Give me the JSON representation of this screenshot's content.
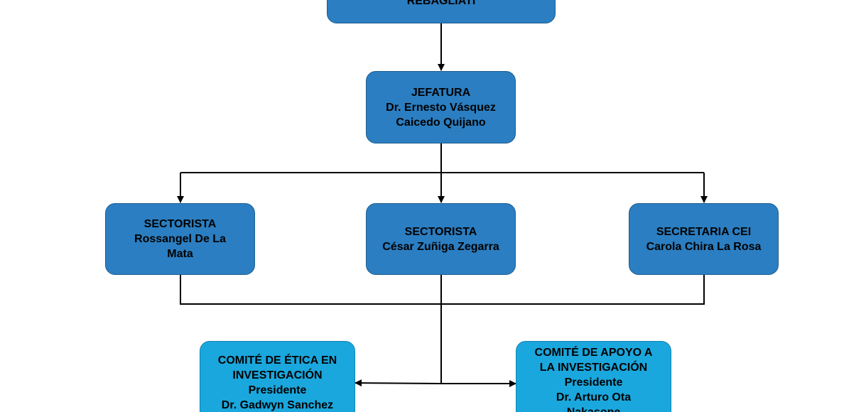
{
  "colors": {
    "primary_box": "#2b7ec1",
    "secondary_box": "#1aa7dd",
    "line": "#000000"
  },
  "nodes": {
    "top": {
      "lines": [
        "REBAGLIATI"
      ]
    },
    "jefatura": {
      "lines": [
        "JEFATURA",
        "Dr. Ernesto Vásquez",
        "Caicedo Quijano"
      ]
    },
    "sectorista_1": {
      "lines": [
        "SECTORISTA",
        "Rossangel De La",
        "Mata"
      ]
    },
    "sectorista_2": {
      "lines": [
        "SECTORISTA",
        "César Zuñiga Zegarra"
      ]
    },
    "secretaria": {
      "lines": [
        "SECRETARIA CEI",
        "Carola Chira La Rosa"
      ]
    },
    "comite_etica": {
      "lines": [
        "COMITÉ DE ÉTICA EN",
        "INVESTIGACIÓN",
        "Presidente",
        "Dr. Gadwyn Sanchez"
      ]
    },
    "comite_apoyo": {
      "lines": [
        "COMITÉ DE APOYO A",
        "LA INVESTIGACIÓN",
        "Presidente",
        "Dr. Arturo Ota",
        "Nakasone"
      ]
    }
  }
}
